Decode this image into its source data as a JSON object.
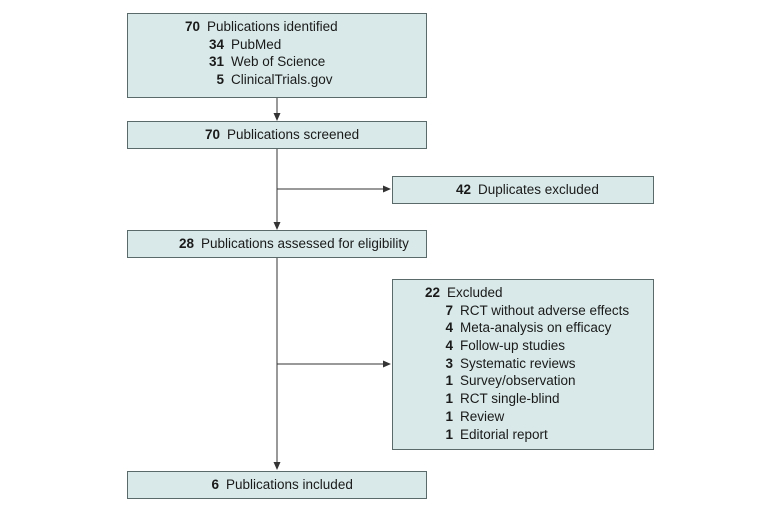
{
  "identified": {
    "count": "70",
    "label": "Publications identified",
    "sources": [
      {
        "count": "34",
        "label": "PubMed"
      },
      {
        "count": "31",
        "label": "Web of Science"
      },
      {
        "count": "5",
        "label": "ClinicalTrials.gov"
      }
    ]
  },
  "screened": {
    "count": "70",
    "label": "Publications screened"
  },
  "duplicates": {
    "count": "42",
    "label": "Duplicates excluded"
  },
  "eligibility": {
    "count": "28",
    "label": "Publications assessed for eligibility"
  },
  "excluded": {
    "count": "22",
    "label": "Excluded",
    "reasons": [
      {
        "count": "7",
        "label": "RCT without adverse effects"
      },
      {
        "count": "4",
        "label": "Meta-analysis on efficacy"
      },
      {
        "count": "4",
        "label": "Follow-up studies"
      },
      {
        "count": "3",
        "label": "Systematic reviews"
      },
      {
        "count": "1",
        "label": "Survey/observation"
      },
      {
        "count": "1",
        "label": "RCT single-blind"
      },
      {
        "count": "1",
        "label": "Review"
      },
      {
        "count": "1",
        "label": "Editorial report"
      }
    ]
  },
  "included": {
    "count": "6",
    "label": "Publications included"
  },
  "colors": {
    "box_fill": "#d9e9e9",
    "box_border": "#5a6a6a",
    "line": "#333333"
  }
}
